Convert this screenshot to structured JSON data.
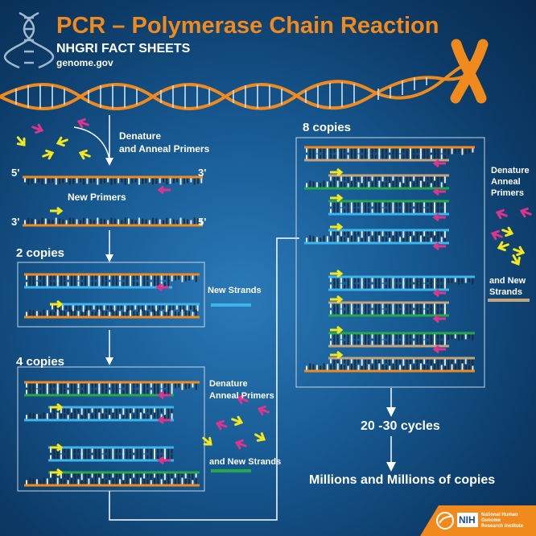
{
  "header": {
    "title": "PCR – Polymerase Chain Reaction",
    "subtitle": "NHGRI FACT SHEETS",
    "site": "genome.gov"
  },
  "labels": {
    "denature_anneal": "Denature\nand Anneal Primers",
    "five_prime": "5'",
    "three_prime": "3'",
    "new_primers": "New Primers",
    "two_copies": "2 copies",
    "new_strands": "New Strands",
    "four_copies": "4 copies",
    "denature_anneal_2": "Denature\nAnneal Primers",
    "and_new_strands": "and New Strands",
    "eight_copies": "8 copies",
    "denature_anneal_3": "Denature\nAnneal\nPrimers",
    "and_new_strands_2": "and New\nStrands",
    "cycles": "20 -30 cycles",
    "millions": "Millions and Millions of copies"
  },
  "footer": {
    "nih_badge": "NIH",
    "institute": "National Human Genome\nResearch Institute"
  },
  "colors": {
    "orange": "#f08a1c",
    "light_blue": "#3bb5ec",
    "green": "#25a84a",
    "tan": "#c4a47c",
    "magenta": "#e0338c",
    "yellow": "#f3e81c",
    "backbone_dark": "#1d2b3c"
  }
}
